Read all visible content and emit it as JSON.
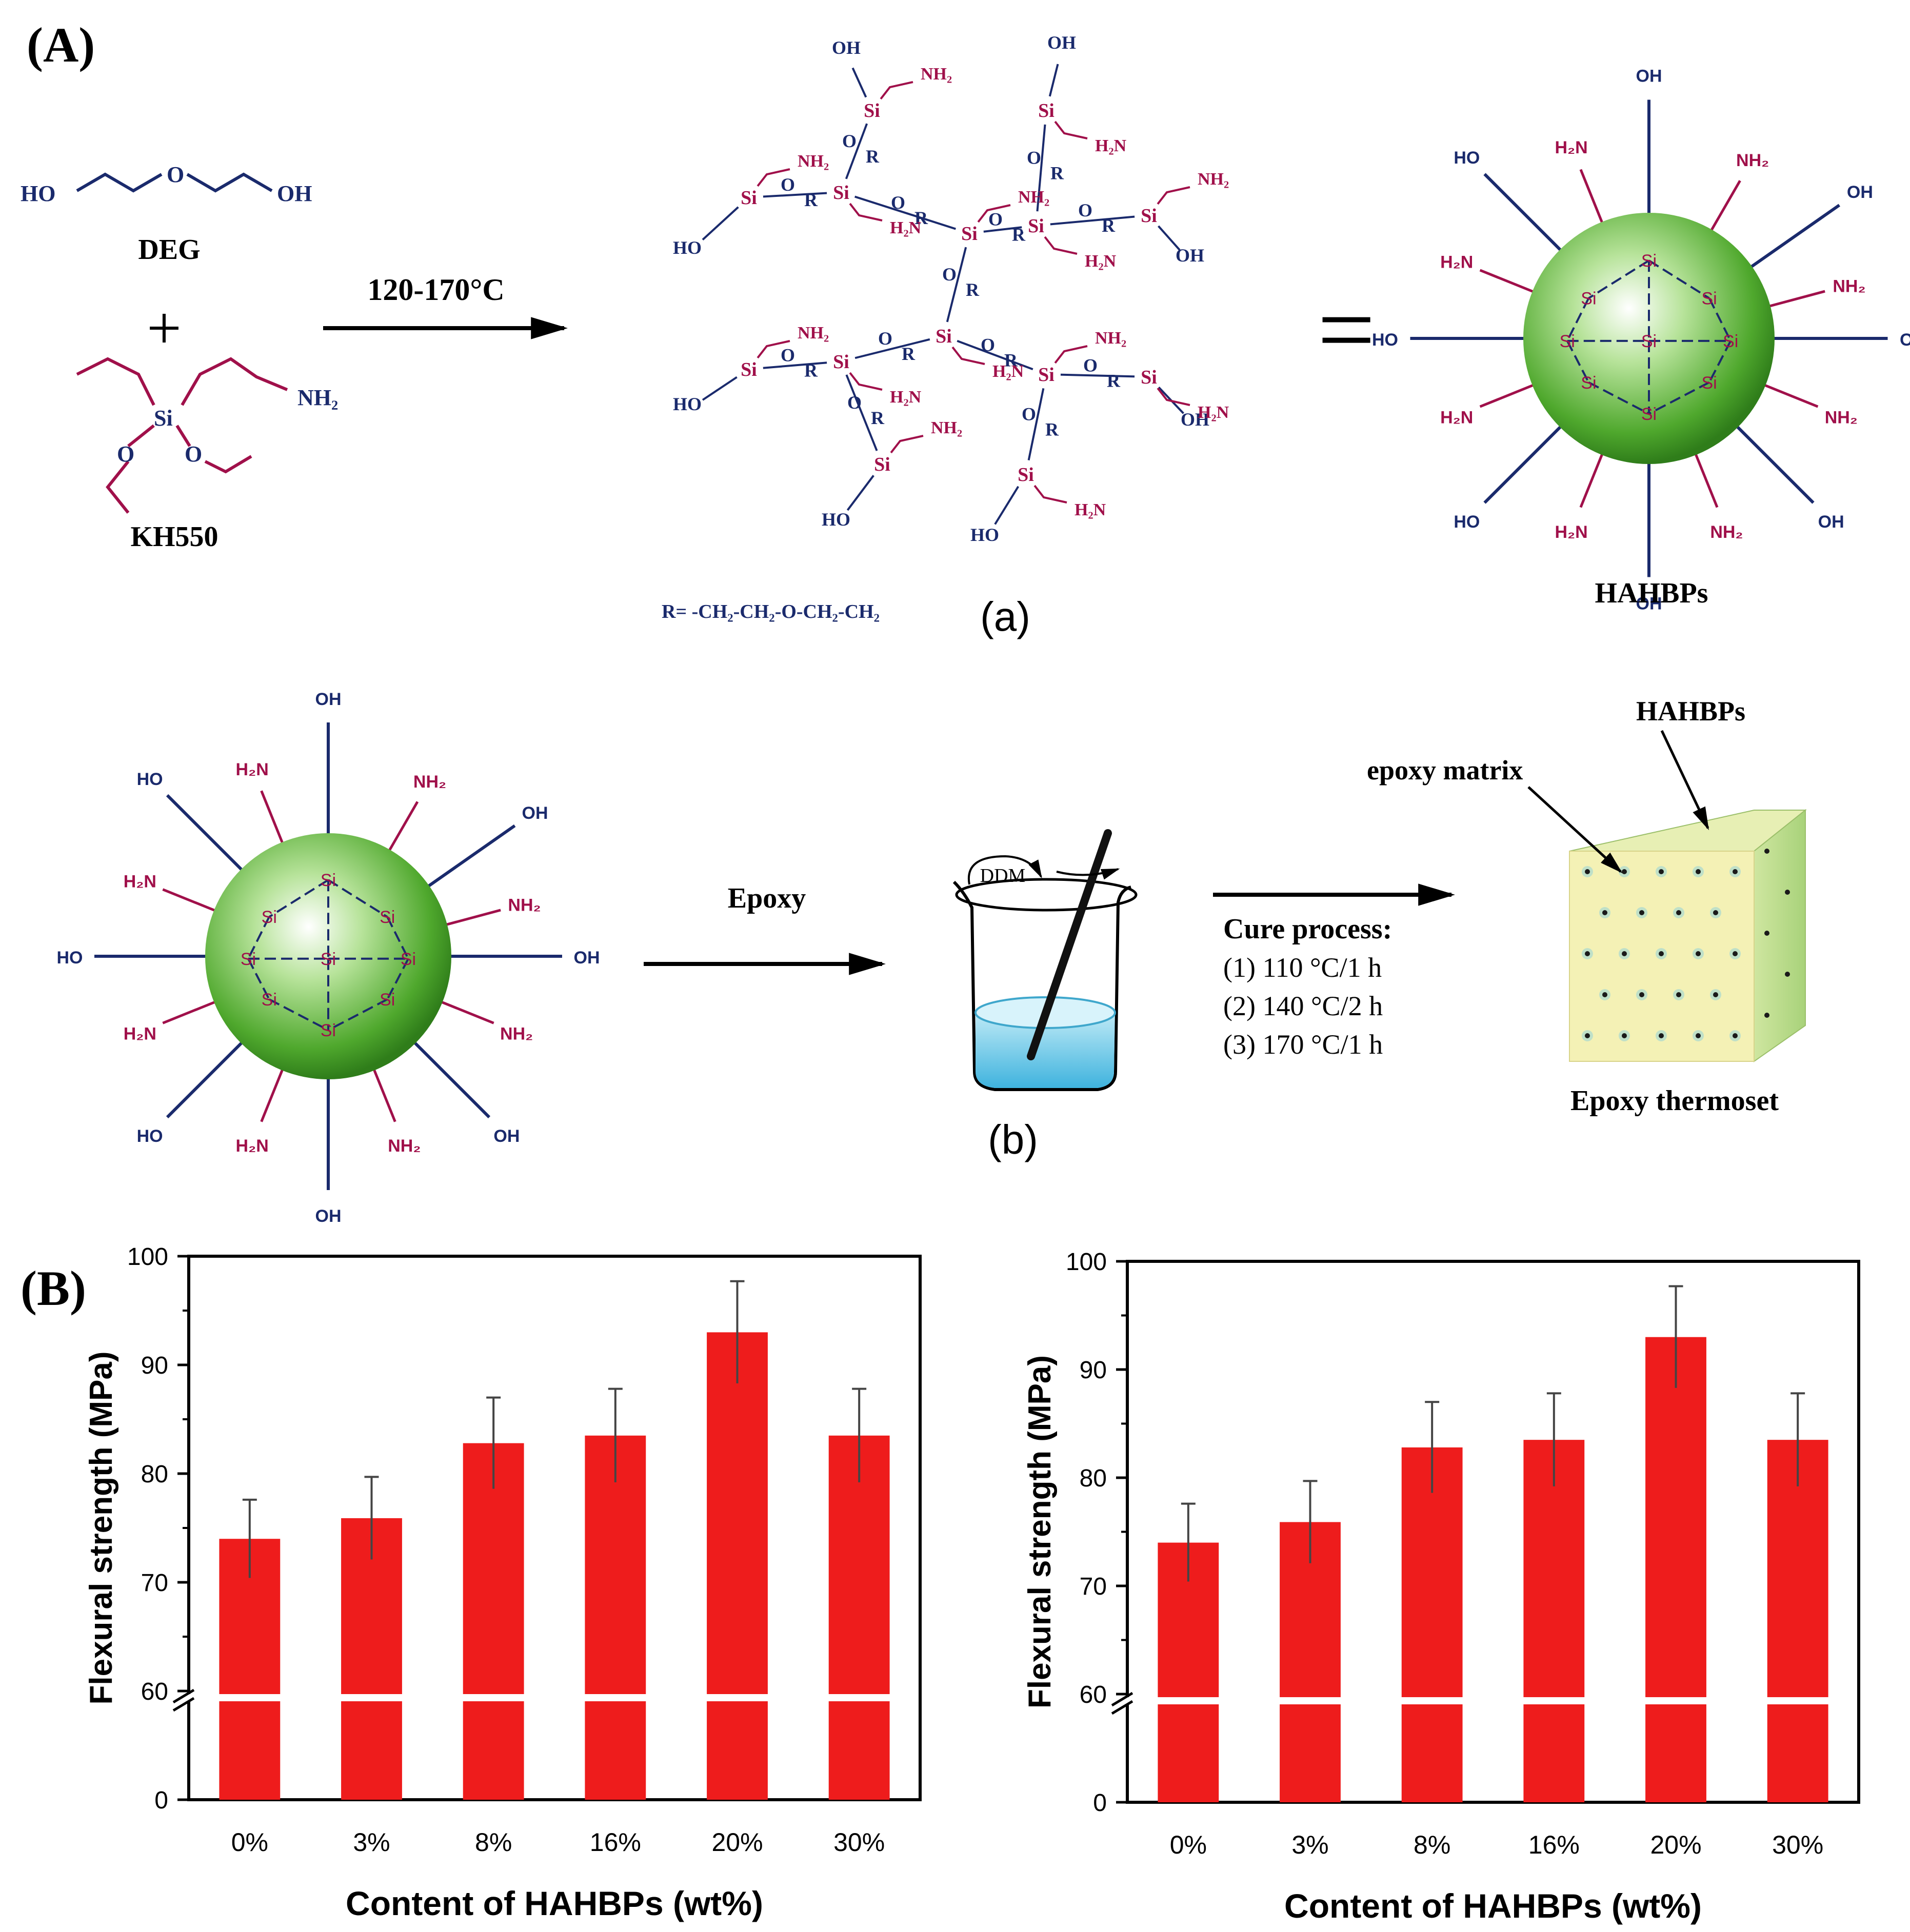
{
  "panel_labels": {
    "A": "(A)",
    "B": "(B)",
    "a": "(a)",
    "b": "(b)"
  },
  "reactants": {
    "deg_name": "DEG",
    "deg_ho": "HO",
    "deg_o": "O",
    "deg_oh": "OH",
    "plus": "+",
    "kh550_name": "KH550",
    "kh550_si": "Si",
    "kh550_nh2": "NH₂",
    "kh550_o": "O"
  },
  "reaction": {
    "condition": "120-170°C"
  },
  "polymer": {
    "r_definition": "R= -CH₂-CH₂-O-CH₂-CH₂",
    "si": "Si",
    "o": "O",
    "r": "R",
    "oh": "OH",
    "ho": "HO",
    "nh2": "NH₂",
    "h2n": "H₂N"
  },
  "equals": "=",
  "sphere": {
    "name": "HAHBPs",
    "si": "Si",
    "oh": "OH",
    "ho": "HO",
    "nh2": "NH₂",
    "h2n": "H₂N"
  },
  "process": {
    "epoxy_label": "Epoxy",
    "ddm_label": "DDM",
    "cure_title": "Cure process:",
    "cure_steps": [
      "(1) 110 °C/1 h",
      "(2) 140 °C/2 h",
      "(3) 170 °C/1 h"
    ],
    "epoxy_matrix_label": "epoxy matrix",
    "hahbps_label": "HAHBPs",
    "product_label": "Epoxy thermoset"
  },
  "colors": {
    "bar": "#ee1c1c",
    "navy": "#1a2a6c",
    "magenta": "#a0104a",
    "sphere": "#5fb63a",
    "liquid": "#8fd6ec",
    "block": "#f4f1b5"
  },
  "chart_data": [
    {
      "type": "bar",
      "categories": [
        "0%",
        "3%",
        "8%",
        "16%",
        "20%",
        "30%"
      ],
      "values": [
        74,
        75.9,
        82.8,
        83.5,
        93,
        83.5
      ],
      "errors": [
        3.6,
        3.8,
        4.2,
        4.3,
        4.7,
        4.3
      ],
      "xlabel": "Content of HAHBPs (wt%)",
      "ylabel": "Flexural strength (MPa)",
      "yticks": [
        "0",
        "60",
        "70",
        "80",
        "90",
        "100"
      ],
      "ylim": [
        0,
        100
      ],
      "axis_break": 60,
      "grid": false,
      "legend": "none"
    },
    {
      "type": "bar",
      "categories": [
        "0%",
        "3%",
        "8%",
        "16%",
        "20%",
        "30%"
      ],
      "values": [
        74,
        75.9,
        82.8,
        83.5,
        93,
        83.5
      ],
      "errors": [
        3.6,
        3.8,
        4.2,
        4.3,
        4.7,
        4.3
      ],
      "xlabel": "Content of HAHBPs (wt%)",
      "ylabel": "Flexural strength (MPa)",
      "yticks": [
        "0",
        "60",
        "70",
        "80",
        "90",
        "100"
      ],
      "ylim": [
        0,
        100
      ],
      "axis_break": 60,
      "grid": false,
      "legend": "none"
    }
  ]
}
